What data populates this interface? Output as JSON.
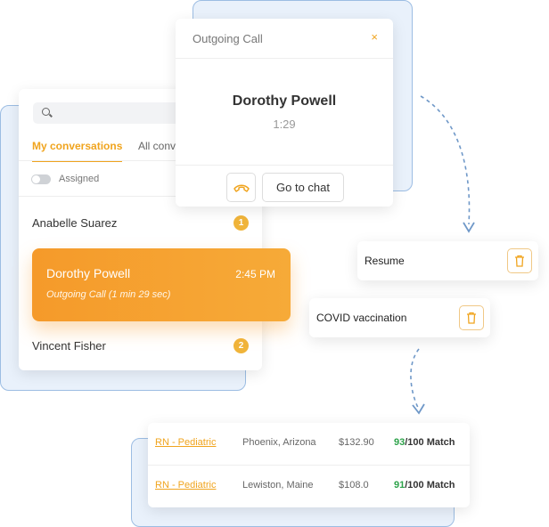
{
  "conversations": {
    "search": {
      "placeholder": ""
    },
    "tabs": [
      {
        "label": "My conversations",
        "active": true
      },
      {
        "label": "All conv",
        "active": false
      }
    ],
    "assigned_label": "Assigned",
    "items": [
      {
        "name": "Anabelle Suarez",
        "badge": "1"
      },
      {
        "name": "Dorothy Powell",
        "time": "2:45 PM",
        "status": "Outgoing Call (1 min 29 sec)"
      },
      {
        "name": "Vincent Fisher",
        "badge": "2"
      }
    ]
  },
  "call": {
    "title": "Outgoing Call",
    "close": "×",
    "caller": "Dorothy Powell",
    "timer": "1:29",
    "go_to_chat": "Go to chat"
  },
  "files": [
    {
      "label": "Resume"
    },
    {
      "label": "COVID vaccination"
    }
  ],
  "jobs": [
    {
      "title": "RN - Pediatric",
      "location": "Phoenix, Arizona",
      "pay": "$132.90",
      "score": "93",
      "match_suffix": "/100 Match"
    },
    {
      "title": "RN - Pediatric",
      "location": "Lewiston, Maine",
      "pay": "$108.0",
      "score": "91",
      "match_suffix": "/100 Match"
    }
  ],
  "colors": {
    "accent": "#f0a41e",
    "active_card": "#f59a2a",
    "bg_card": "#e9f1fb",
    "bg_border": "#9cbde3",
    "match_green": "#2da24a",
    "arrow": "#6f98c8"
  },
  "icons": [
    "search-icon",
    "close-icon",
    "hang-up-icon",
    "trash-icon",
    "arrow-icon"
  ]
}
